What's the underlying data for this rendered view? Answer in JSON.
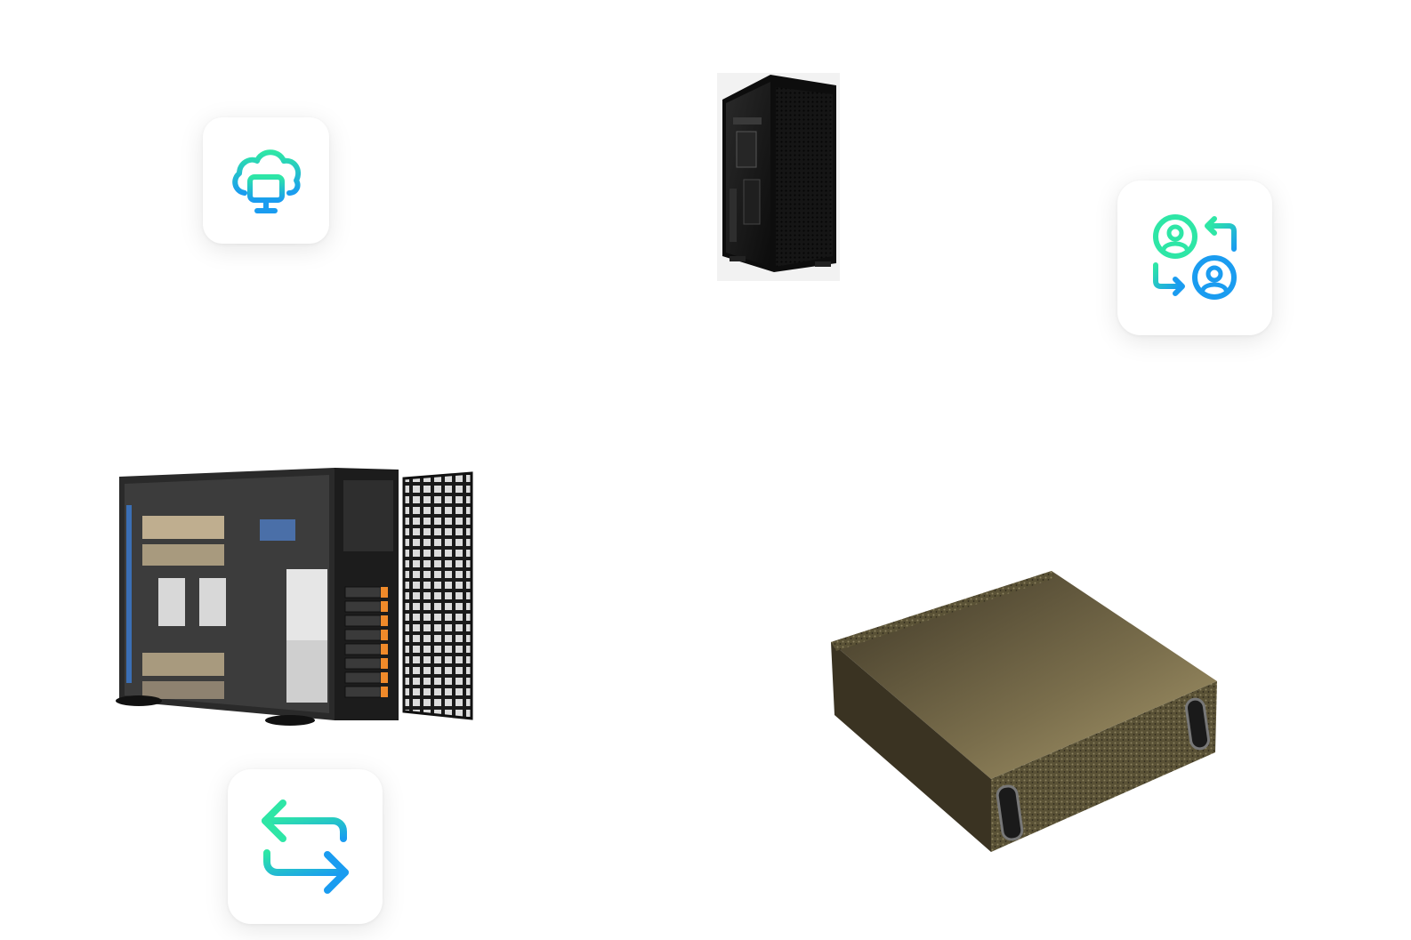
{
  "colors": {
    "gradient_start": "#2ee6a6",
    "gradient_end": "#1a9cf0",
    "card_background": "#ffffff",
    "page_background": "#ffffff"
  },
  "icons": [
    {
      "name": "cloud-desktop-icon"
    },
    {
      "name": "user-swap-icon"
    },
    {
      "name": "sync-arrows-icon"
    }
  ],
  "products": [
    {
      "name": "tower-pc-case"
    },
    {
      "name": "gpu-tower-server"
    },
    {
      "name": "gpu-accelerator-module"
    }
  ]
}
